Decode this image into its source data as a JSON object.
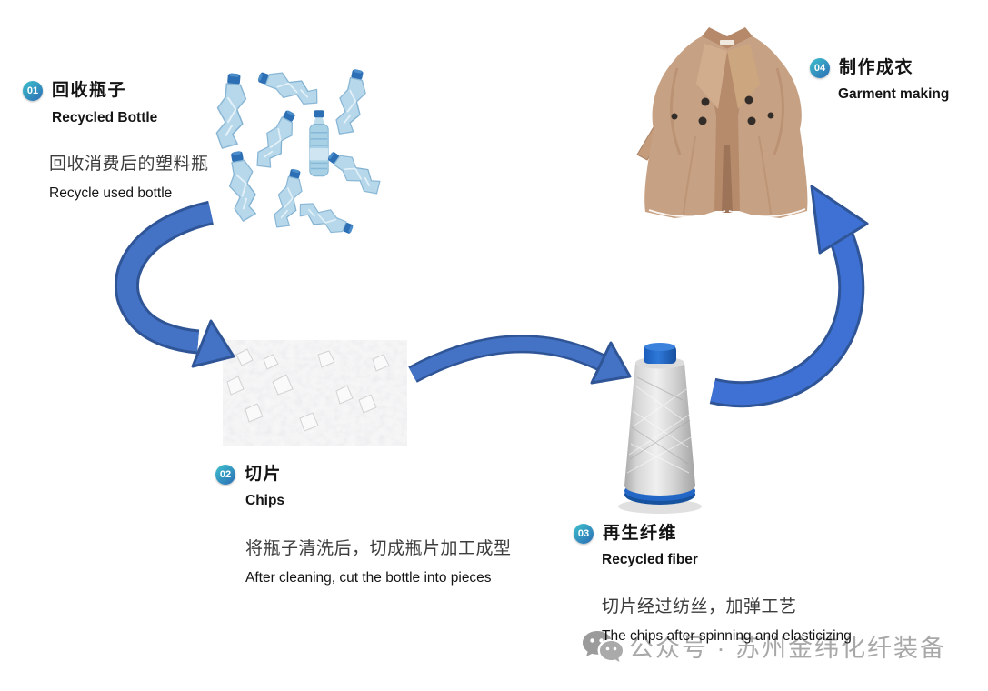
{
  "colors": {
    "arrow_fill": "#4472c4",
    "arrow_stroke": "#2f5597",
    "arrow_fill_bright": "#3e71d3",
    "badge_gradient_start": "#3ec1cd",
    "badge_gradient_end": "#2b6cb4",
    "watermark_gray": "#a8a8a8"
  },
  "steps": [
    {
      "num": "01",
      "title_zh": "回收瓶子",
      "title_en": "Recycled Bottle",
      "desc_zh": "回收消费后的塑料瓶",
      "desc_en": "Recycle used bottle"
    },
    {
      "num": "02",
      "title_zh": "切片",
      "title_en": "Chips",
      "desc_zh": "将瓶子清洗后，切成瓶片加工成型",
      "desc_en": "After cleaning, cut the bottle into pieces"
    },
    {
      "num": "03",
      "title_zh": "再生纤维",
      "title_en": "Recycled fiber",
      "desc_zh": "切片经过纺丝，加弹工艺",
      "desc_en": "The chips after spinning and elasticizing"
    },
    {
      "num": "04",
      "title_zh": "制作成衣",
      "title_en": "Garment making"
    }
  ],
  "figures": {
    "bottles": "crushed-plastic-bottles-photo",
    "chips": "pet-chips-texture-photo",
    "fiber": "gray-yarn-cone-photo",
    "coat": "camel-trench-coat-photo"
  },
  "watermark": {
    "icon": "wechat-icon",
    "text": "公众号 · 苏州金纬化纤装备"
  }
}
